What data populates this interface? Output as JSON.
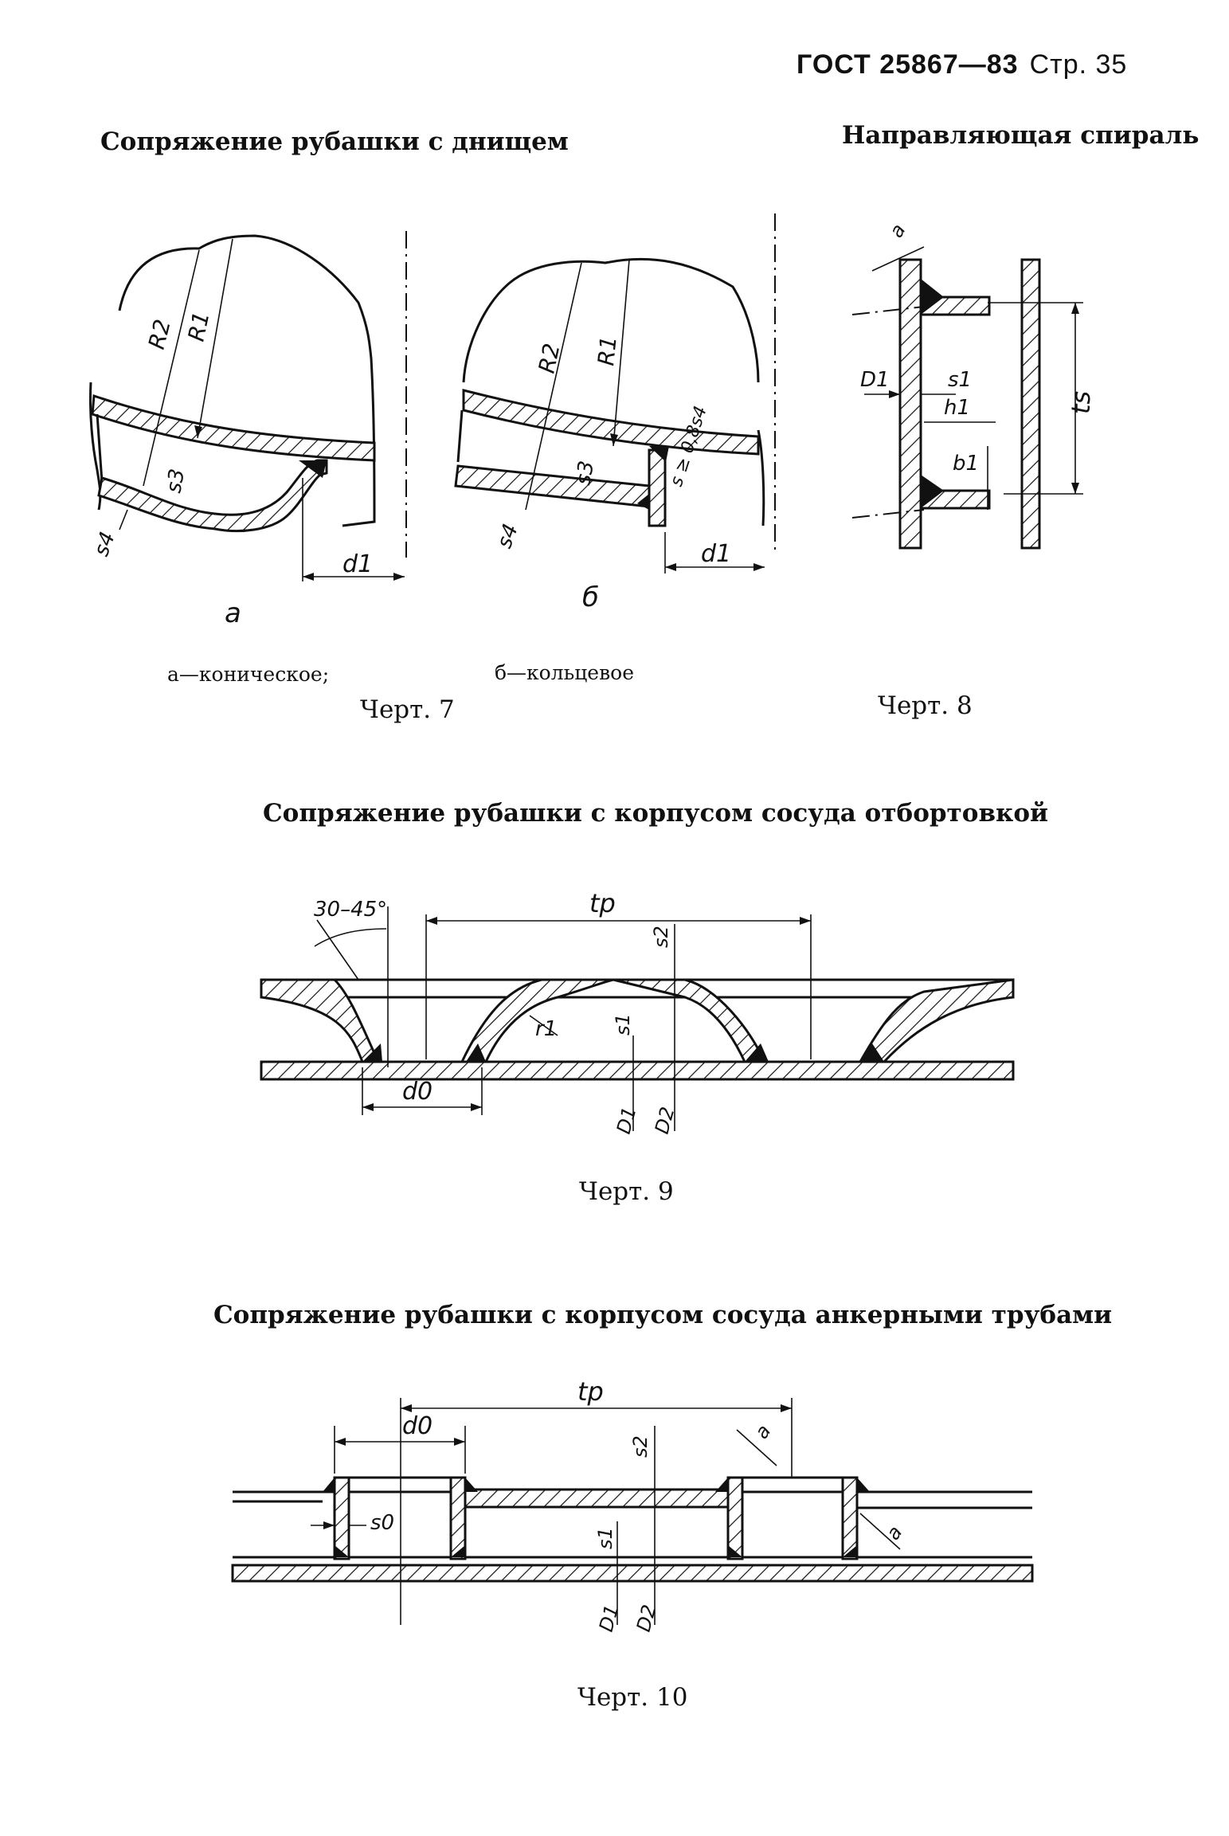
{
  "header": {
    "standard": "ГОСТ 25867—83",
    "page": "Стр. 35"
  },
  "sections": {
    "jacket_bottom": "Сопряжение рубашки с днищем",
    "guide_spiral": "Направляющая спираль",
    "flanging": "Сопряжение рубашки с корпусом сосуда отбортовкой",
    "anchor_pipes": "Сопряжение рубашки с корпусом сосуда анкерными трубами"
  },
  "drawing7": {
    "variant_a": "а",
    "variant_b": "б",
    "legend_a": "а—коническое;",
    "legend_b": "б—кольцевое",
    "caption": "Черт. 7",
    "labels": {
      "R2": "R2",
      "R1": "R1",
      "s3": "s3",
      "s4": "s4",
      "d1": "d1",
      "weld_note": "s ≥ 0,8s4"
    }
  },
  "drawing8": {
    "caption": "Черт. 8",
    "labels": {
      "a": "a",
      "D1": "D1",
      "s1": "s1",
      "h1": "h1",
      "b1": "b1",
      "ts": "ts"
    }
  },
  "drawing9": {
    "caption": "Черт. 9",
    "labels": {
      "angle": "30–45°",
      "tp": "tp",
      "s2": "s2",
      "s1": "s1",
      "r1": "r1",
      "d0": "d0",
      "D1": "D1",
      "D2": "D2"
    }
  },
  "drawing10": {
    "caption": "Черт. 10",
    "labels": {
      "tp": "tp",
      "d0": "d0",
      "s0": "s0",
      "s2": "s2",
      "s1": "s1",
      "a": "a",
      "D1": "D1",
      "D2": "D2"
    }
  }
}
